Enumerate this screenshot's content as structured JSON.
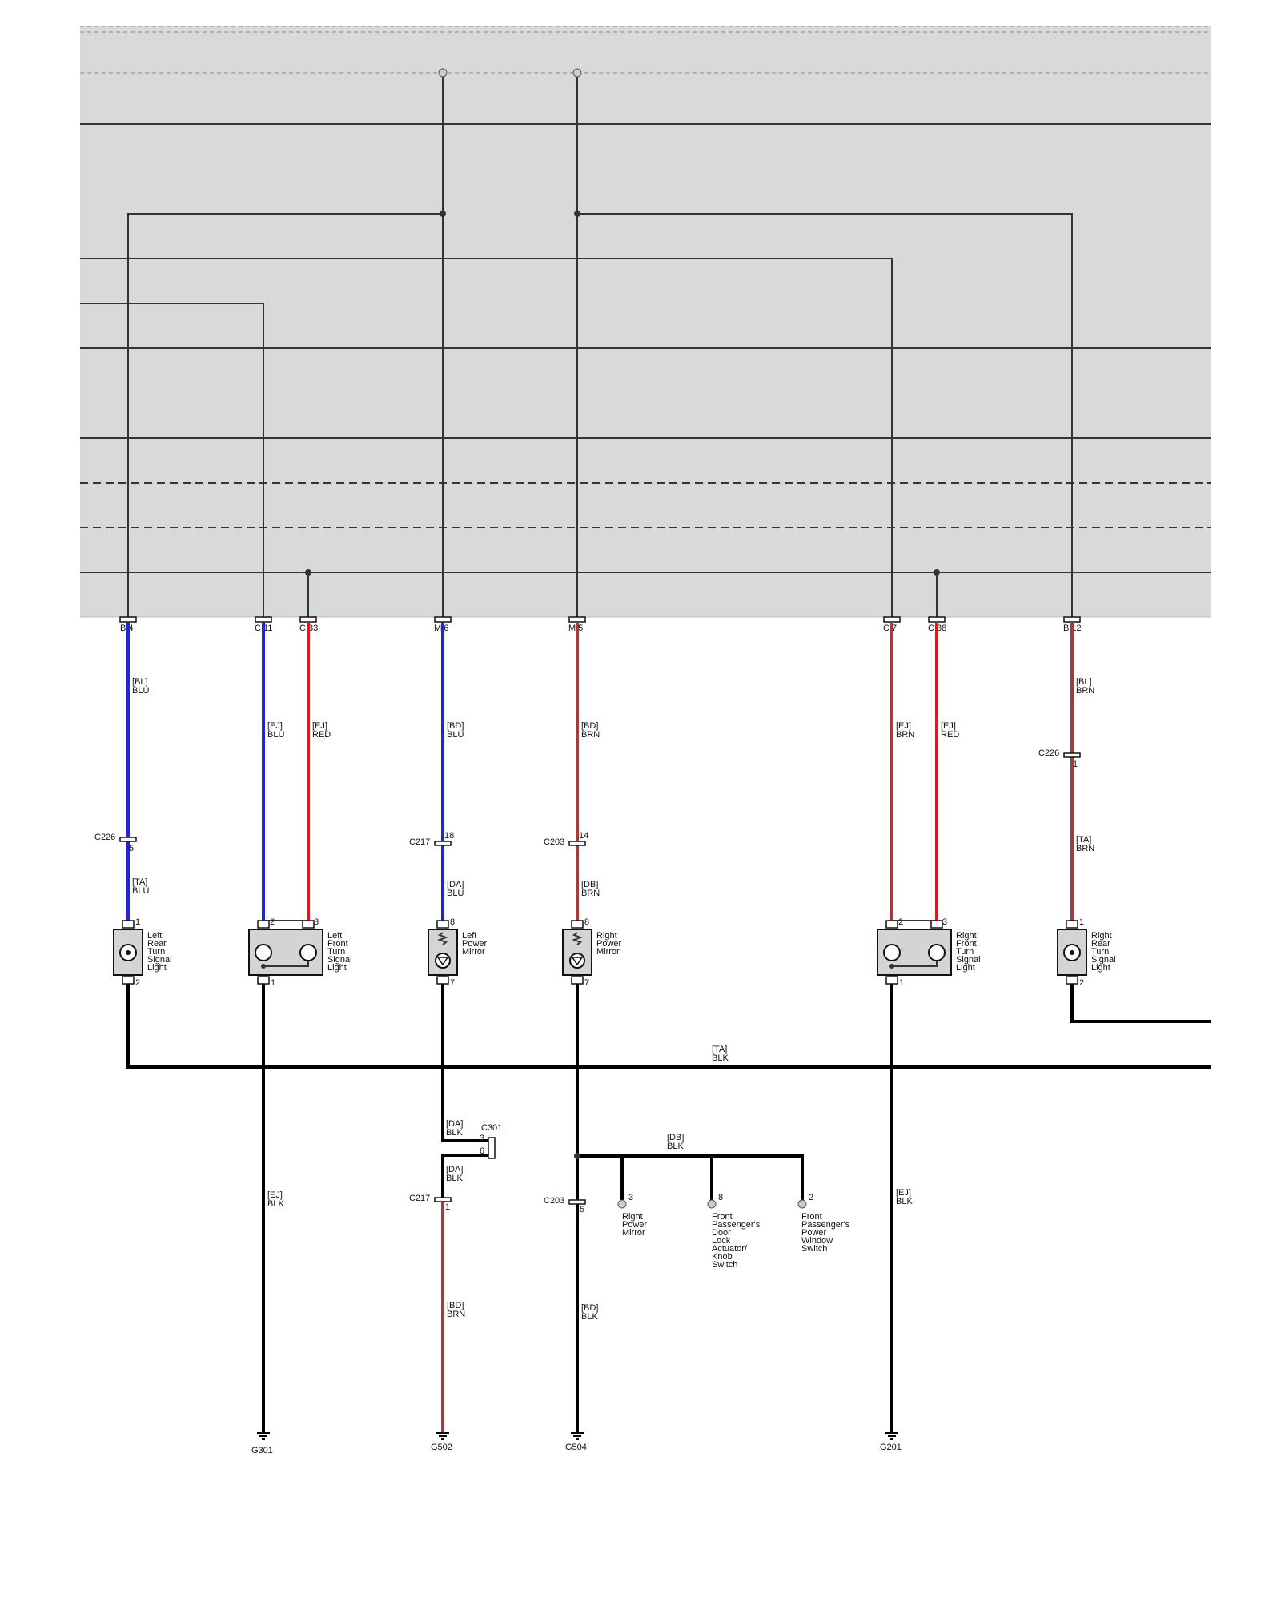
{
  "header_connectors": [
    {
      "id": "hdr-b4",
      "label": "B 4"
    },
    {
      "id": "hdr-c11",
      "label": "C 11"
    },
    {
      "id": "hdr-c33",
      "label": "C 33"
    },
    {
      "id": "hdr-m6",
      "label": "M 6"
    },
    {
      "id": "hdr-m5",
      "label": "M 5"
    },
    {
      "id": "hdr-c7",
      "label": "C 7"
    },
    {
      "id": "hdr-c38",
      "label": "C 38"
    },
    {
      "id": "hdr-b12",
      "label": "B 12"
    }
  ],
  "wire_labels": [
    {
      "id": "bl-blu",
      "harness": "[BL]",
      "color": "BLU"
    },
    {
      "id": "ej-blu",
      "harness": "[EJ]",
      "color": "BLU"
    },
    {
      "id": "ej-red",
      "harness": "[EJ]",
      "color": "RED"
    },
    {
      "id": "bd-blu",
      "harness": "[BD]",
      "color": "BLU"
    },
    {
      "id": "bd-brn",
      "harness": "[BD]",
      "color": "BRN"
    },
    {
      "id": "ej-brn",
      "harness": "[EJ]",
      "color": "BRN"
    },
    {
      "id": "ej-red2",
      "harness": "[EJ]",
      "color": "RED"
    },
    {
      "id": "bl-brn",
      "harness": "[BL]",
      "color": "BRN"
    },
    {
      "id": "ta-blu",
      "harness": "[TA]",
      "color": "BLU"
    },
    {
      "id": "da-blu",
      "harness": "[DA]",
      "color": "BLU"
    },
    {
      "id": "db-brn",
      "harness": "[DB]",
      "color": "BRN"
    },
    {
      "id": "ta-brn",
      "harness": "[TA]",
      "color": "BRN"
    },
    {
      "id": "ta-blk",
      "harness": "[TA]",
      "color": "BLK"
    },
    {
      "id": "da-blk1",
      "harness": "[DA]",
      "color": "BLK"
    },
    {
      "id": "da-blk2",
      "harness": "[DA]",
      "color": "BLK"
    },
    {
      "id": "db-blk",
      "harness": "[DB]",
      "color": "BLK"
    },
    {
      "id": "ej-blk1",
      "harness": "[EJ]",
      "color": "BLK"
    },
    {
      "id": "bd-brn2",
      "harness": "[BD]",
      "color": "BRN"
    },
    {
      "id": "bd-blk",
      "harness": "[BD]",
      "color": "BLK"
    },
    {
      "id": "ej-blk2",
      "harness": "[EJ]",
      "color": "BLK"
    }
  ],
  "inline_connectors": [
    {
      "id": "c226a",
      "name": "C226",
      "pin": "5"
    },
    {
      "id": "c217a",
      "name": "C217",
      "pin": "18"
    },
    {
      "id": "c203a",
      "name": "C203",
      "pin": "14"
    },
    {
      "id": "c226b",
      "name": "C226",
      "pin": "1"
    },
    {
      "id": "c301",
      "name": "C301",
      "pin": "3",
      "pin2": "6"
    },
    {
      "id": "c217b",
      "name": "C217",
      "pin": "1"
    },
    {
      "id": "c203b",
      "name": "C203",
      "pin": "5"
    }
  ],
  "components": [
    {
      "id": "lr-turn",
      "lines": [
        "Left",
        "Rear",
        "Turn",
        "Signal",
        "Light"
      ],
      "pins": [
        "1",
        "2"
      ]
    },
    {
      "id": "lf-turn",
      "lines": [
        "Left",
        "Front",
        "Turn",
        "Signal",
        "Light"
      ],
      "pins": [
        "2",
        "3",
        "1"
      ]
    },
    {
      "id": "l-mirror",
      "lines": [
        "Left",
        "Power",
        "Mirror"
      ],
      "pins": [
        "8",
        "7"
      ]
    },
    {
      "id": "r-mirror",
      "lines": [
        "Right",
        "Power",
        "Mirror"
      ],
      "pins": [
        "8",
        "7"
      ]
    },
    {
      "id": "rf-turn",
      "lines": [
        "Right",
        "Front",
        "Turn",
        "Signal",
        "Light"
      ],
      "pins": [
        "2",
        "3",
        "1"
      ]
    },
    {
      "id": "rr-turn",
      "lines": [
        "Right",
        "Rear",
        "Turn",
        "Signal",
        "Light"
      ],
      "pins": [
        "1",
        "2"
      ]
    }
  ],
  "splice_refs": [
    {
      "id": "ref-rpm",
      "pin": "3",
      "lines": [
        "Right",
        "Power",
        "Mirror"
      ]
    },
    {
      "id": "ref-fpd",
      "pin": "8",
      "lines": [
        "Front",
        "Passenger's",
        "Door",
        "Lock",
        "Actuator/",
        "Knob",
        "Switch"
      ]
    },
    {
      "id": "ref-fpw",
      "pin": "2",
      "lines": [
        "Front",
        "Passenger's",
        "Power",
        "Window",
        "Switch"
      ]
    }
  ],
  "grounds": [
    {
      "id": "g301",
      "label": "G301"
    },
    {
      "id": "g502",
      "label": "G502"
    },
    {
      "id": "g504",
      "label": "G504"
    },
    {
      "id": "g201",
      "label": "G201"
    }
  ],
  "colors": {
    "blue": "#1f26d9",
    "red": "#e5141d",
    "brown": "#a53a3f",
    "black": "#000000",
    "module_fill": "#d9d9d9"
  }
}
